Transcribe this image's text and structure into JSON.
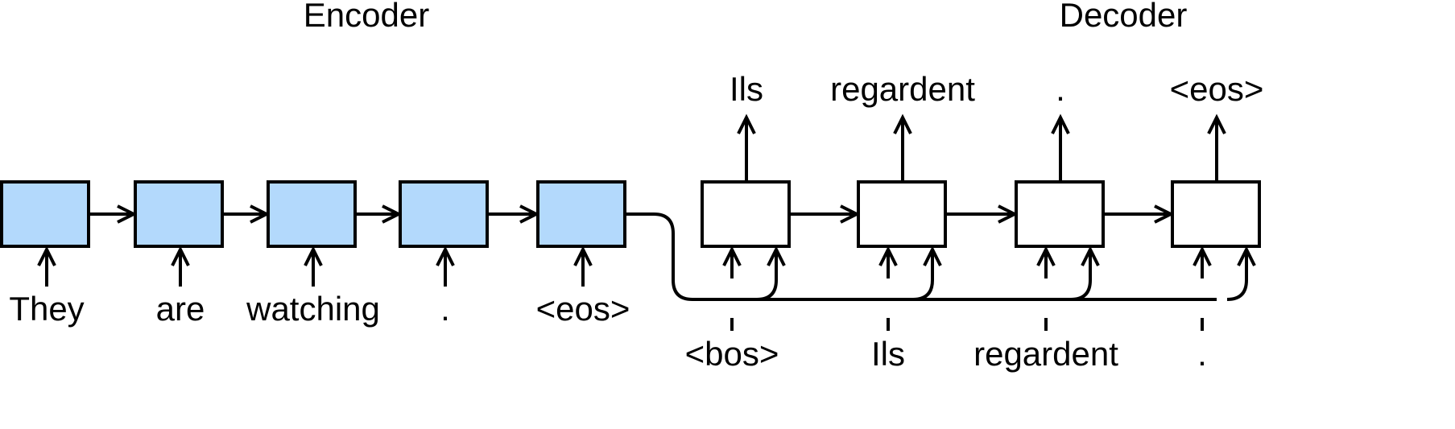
{
  "titles": {
    "encoder": "Encoder",
    "decoder": "Decoder"
  },
  "encoder": {
    "inputs": [
      "They",
      "are",
      "watching",
      ".",
      "<eos>"
    ]
  },
  "decoder": {
    "inputs": [
      "<bos>",
      "Ils",
      "regardent",
      "."
    ],
    "outputs": [
      "Ils",
      "regardent",
      ".",
      "<eos>"
    ]
  },
  "colors": {
    "encoder_box": "#b3d9fc",
    "decoder_box": "#ffffff",
    "stroke": "#000000"
  }
}
